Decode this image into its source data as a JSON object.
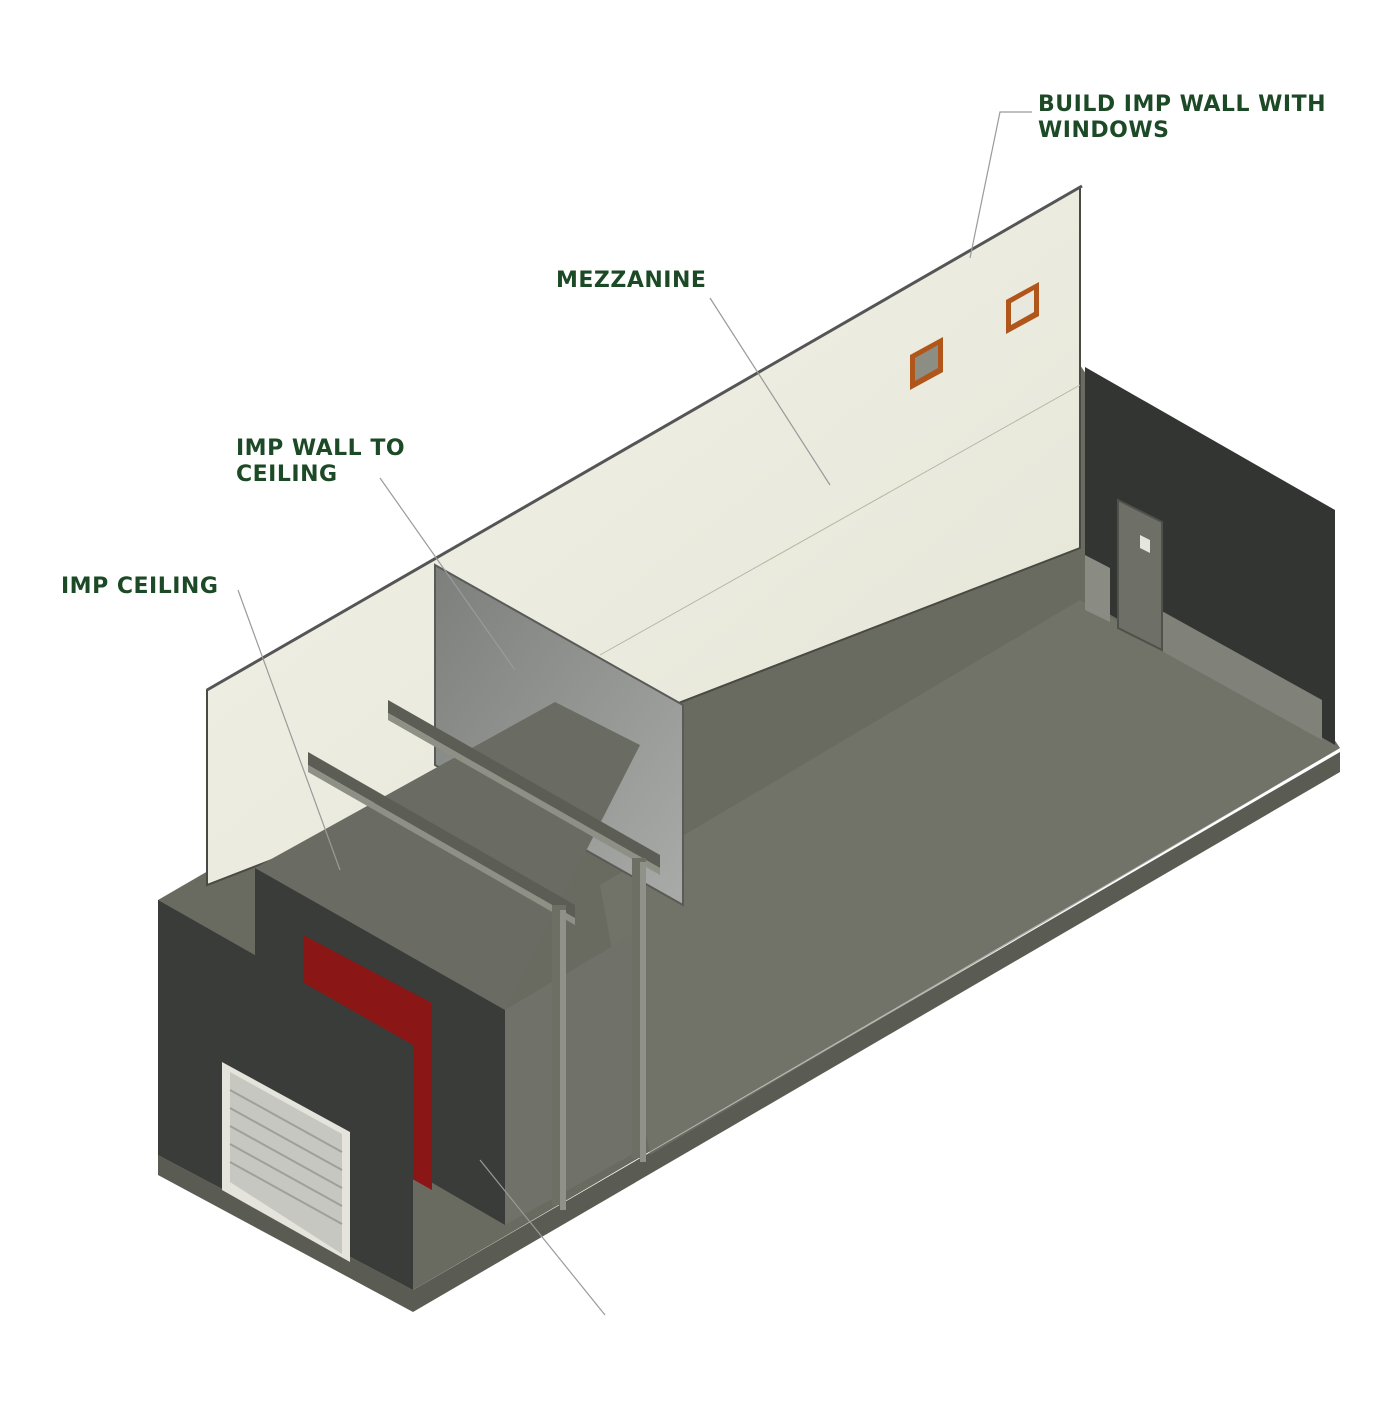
{
  "colors": {
    "label_text": "#1d4a26",
    "leader_line": "#9a9a9a",
    "imp_wall_light": "#ecece0",
    "floor": "#6a6b60",
    "dark_wall": "#3a3c3a",
    "red_door": "#8a1616",
    "window_frame": "#b0561a",
    "steel_beam": "#6d6e64"
  },
  "callouts": [
    {
      "id": "build-imp-wall-with-windows",
      "lines": [
        "BUILD IMP WALL WITH",
        "WINDOWS"
      ]
    },
    {
      "id": "mezzanine",
      "lines": [
        "MEZZANINE"
      ]
    },
    {
      "id": "imp-wall-to-ceiling",
      "lines": [
        "IMP WALL TO",
        "CEILING"
      ]
    },
    {
      "id": "imp-ceiling",
      "lines": [
        "IMP CEILING"
      ]
    }
  ]
}
